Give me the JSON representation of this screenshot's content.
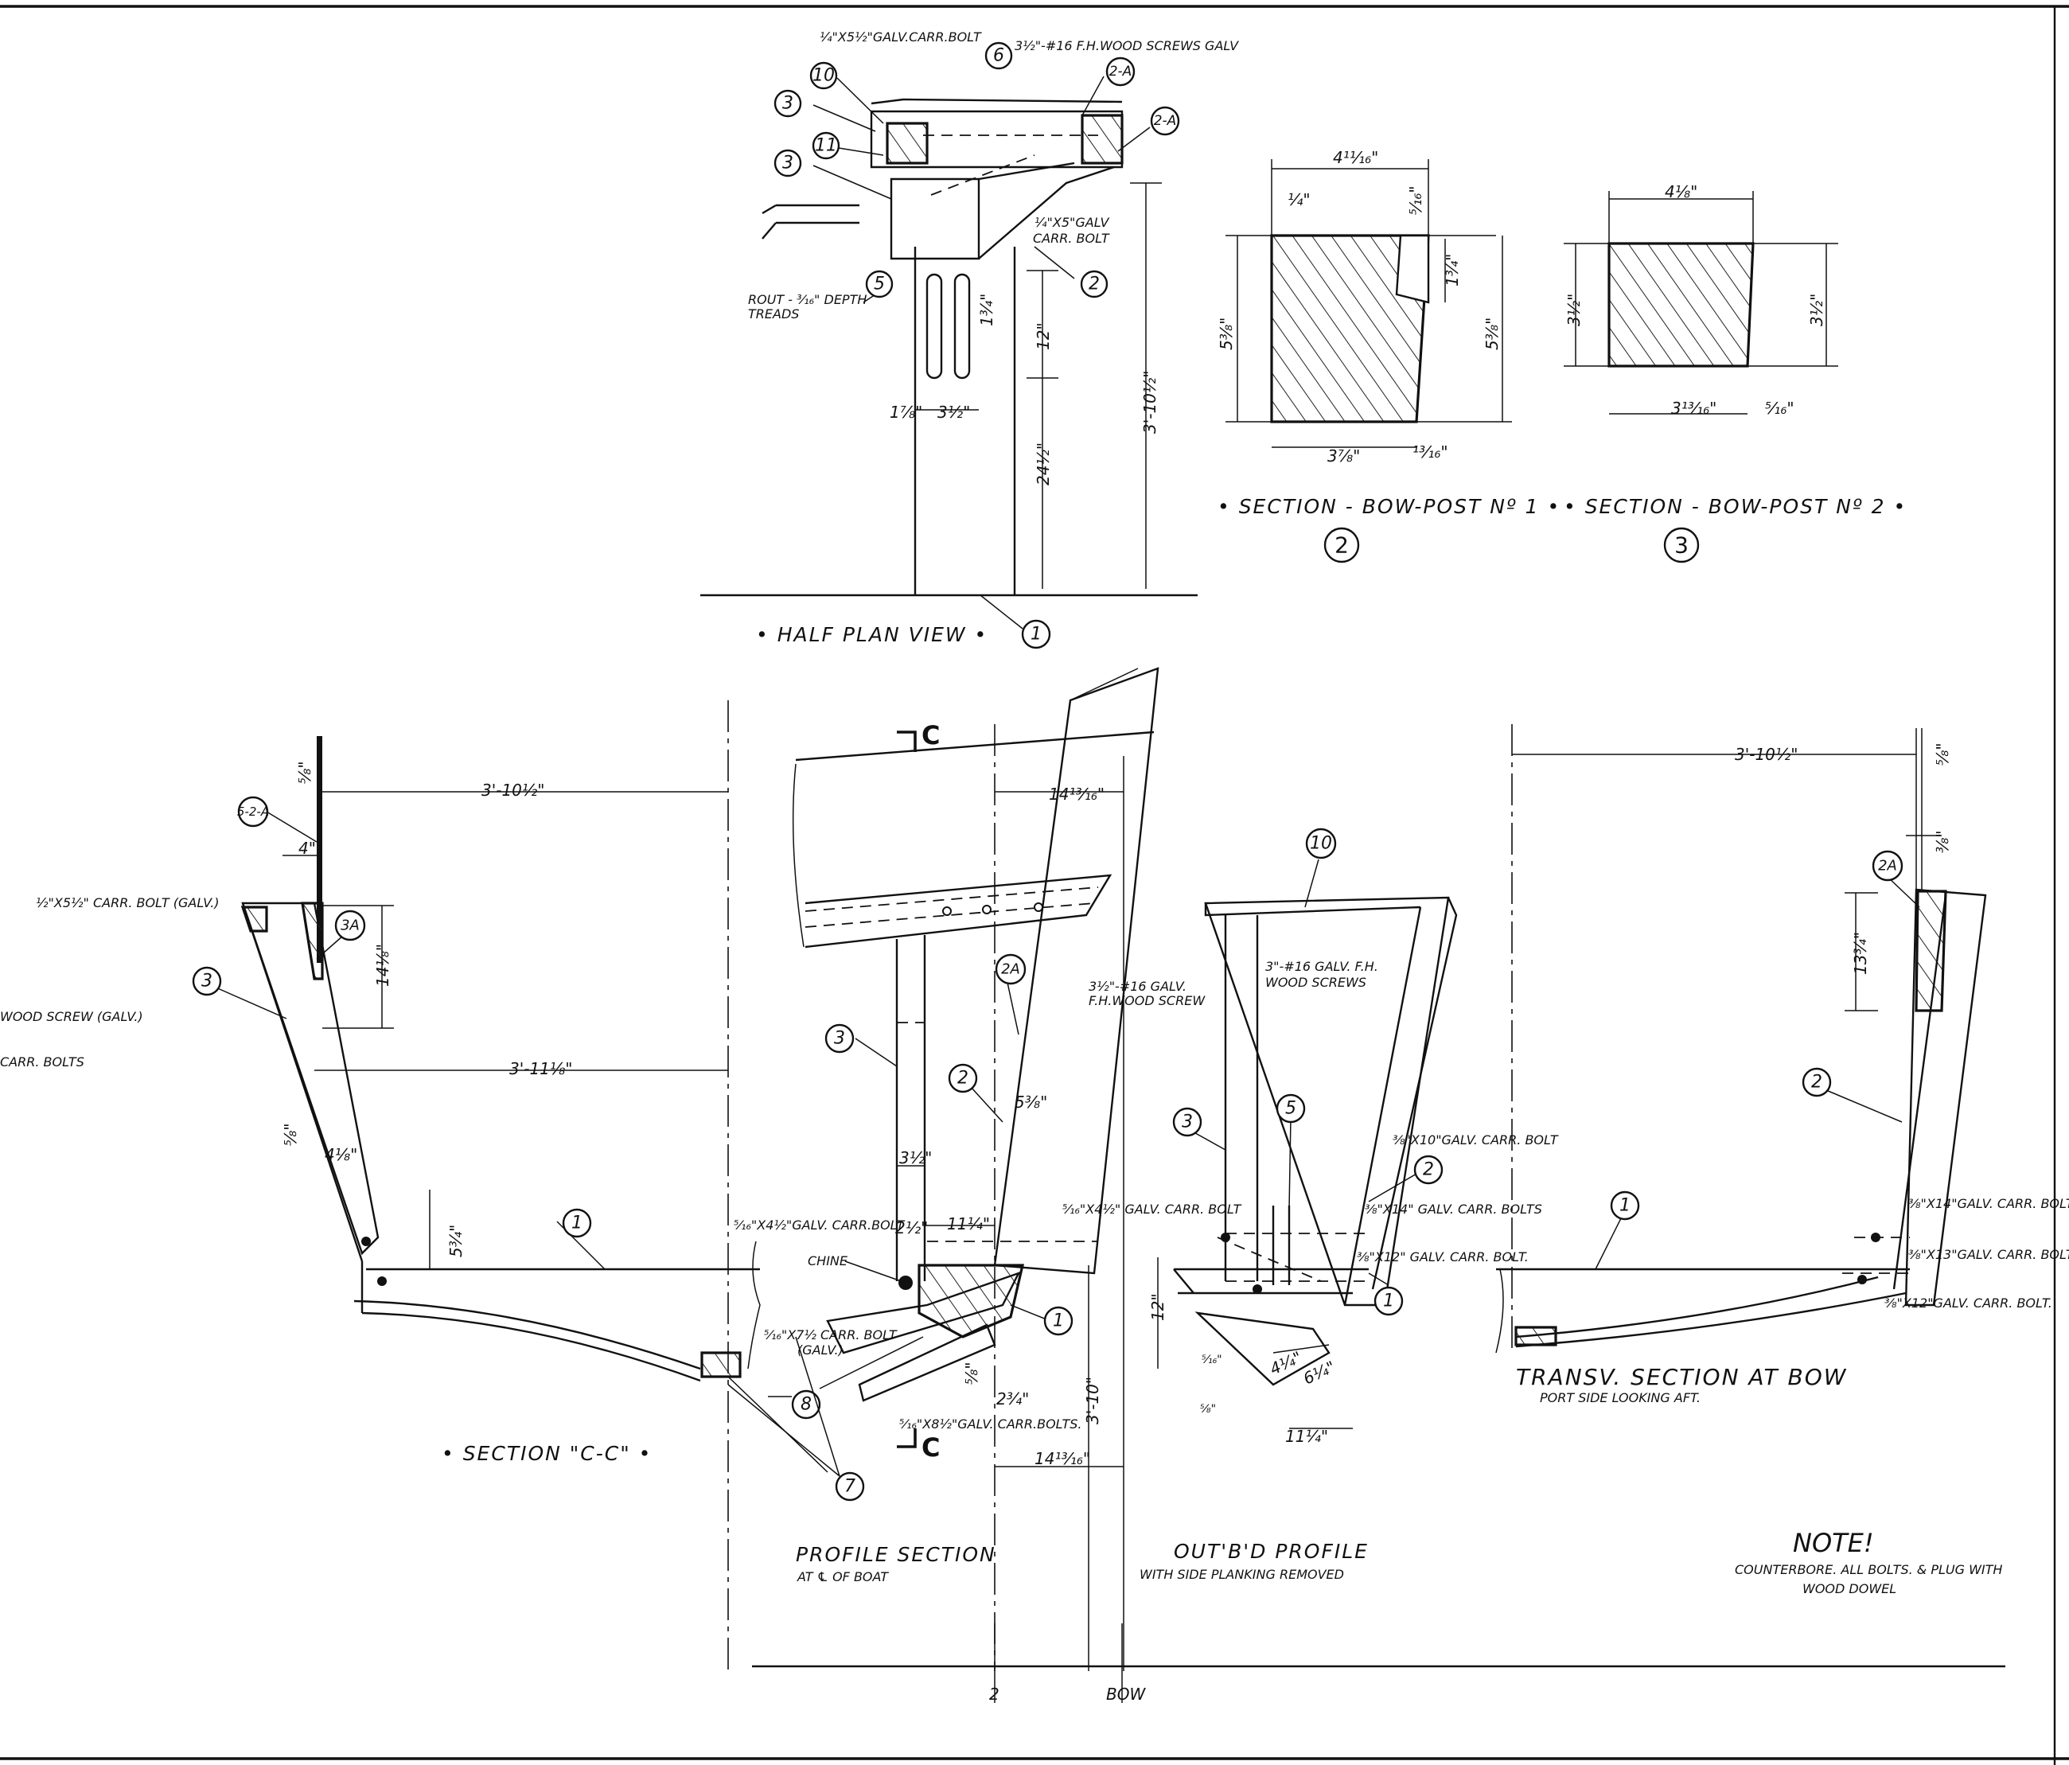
{
  "frame": {
    "bottom_marks": [
      "2",
      "BOW"
    ]
  },
  "half_plan": {
    "title": "• HALF PLAN VIEW •",
    "callouts": [
      "10",
      "6",
      "2-A",
      "2-A",
      "3",
      "11",
      "3",
      "5",
      "2",
      "1"
    ],
    "notes": [
      "¼\"X5½\"GALV.CARR.BOLT",
      "3½\"-#16 F.H.WOOD SCREWS GALV",
      "¼\"X5\"GALV",
      "CARR. BOLT",
      "ROUT - ³⁄₁₆\" DEPTH",
      "TREADS"
    ],
    "dims": [
      "1¾\"",
      "12\"",
      "1⅞\"",
      "3½\"",
      "24½\"",
      "3'-10½\""
    ]
  },
  "post1": {
    "title": "• SECTION - BOW-POST Nº 1 •",
    "number": "2",
    "dims": [
      "4¹¹⁄₁₆\"",
      "¼\"",
      "⁵⁄₁₆\"",
      "1¾\"",
      "5⅜\"",
      "5⅜\"",
      "3⅞\"",
      "¹³⁄₁₆\""
    ]
  },
  "post2": {
    "title": "• SECTION - BOW-POST Nº 2 •",
    "number": "3",
    "dims": [
      "4⅛\"",
      "3½\"",
      "3½\"",
      "3¹³⁄₁₆\"",
      "⁵⁄₁₆\""
    ]
  },
  "section_cc": {
    "title": "• SECTION \"C-C\" •",
    "callouts": [
      "5-2-A",
      "3A",
      "3",
      "1",
      "8",
      "7"
    ],
    "notes": [
      "½\"X5½\" CARR. BOLT (GALV.)",
      "WOOD SCREW (GALV.)",
      "CARR. BOLTS"
    ],
    "dims": [
      "3'-10½\"",
      "⅝\"",
      "4\"",
      "14⅛\"",
      "3'-11⅛\"",
      "⅝\"",
      "4⅛\"",
      "5¾\""
    ]
  },
  "profile": {
    "title": "PROFILE SECTION",
    "subtitle": "AT ℄ OF BOAT",
    "cut_mark": "C",
    "callouts": [
      "2A",
      "3",
      "2",
      "1"
    ],
    "notes": [
      "3½\"-#16 GALV.",
      "F.H.WOOD SCREW",
      "⁵⁄₁₆\"X4½\"GALV. CARR.BOLT",
      "CHINE",
      "⁵⁄₁₆\"X7½ CARR. BOLT",
      "(GALV.)",
      "⁵⁄₁₆\"X8½\"GALV. CARR.BOLTS."
    ],
    "dims": [
      "14¹³⁄₁₆\"",
      "5⅜\"",
      "3½\"",
      "2½\"",
      "11¼\"",
      "⅝\"",
      "2¾\"",
      "3'-10\"",
      "14¹³⁄₁₆\""
    ]
  },
  "outbd": {
    "title": "OUT'B'D PROFILE",
    "subtitle": "WITH SIDE PLANKING REMOVED",
    "callouts": [
      "10",
      "3",
      "5",
      "2",
      "1"
    ],
    "notes": [
      "3\"-#16 GALV. F.H.",
      "WOOD SCREWS",
      "⅜\"X10\"GALV. CARR. BOLT",
      "⅜\"X14\" GALV. CARR. BOLTS",
      "⁵⁄₁₆\"X4½\" GALV. CARR. BOLT",
      "⅜\"X12\" GALV. CARR. BOLT."
    ],
    "dims": [
      "12\"",
      "4¼\"",
      "6¼\"",
      "⁵⁄₁₆\"",
      "⅝\"",
      "11¼\""
    ]
  },
  "transv": {
    "title": "TRANSV. SECTION AT BOW",
    "subtitle": "PORT SIDE LOOKING AFT.",
    "callouts": [
      "2A",
      "2",
      "1"
    ],
    "notes": [
      "⅜\"X14\"GALV. CARR. BOLT",
      "⅜\"X13\"GALV. CARR. BOLT",
      "⅜\"X12\"GALV. CARR. BOLT."
    ],
    "dims": [
      "3'-10½\"",
      "⅝\"",
      "⅜\"",
      "13¾\""
    ]
  },
  "note": {
    "title": "NOTE!",
    "lines": [
      "COUNTERBORE. ALL BOLTS. & PLUG WITH",
      "WOOD DOWEL"
    ]
  }
}
